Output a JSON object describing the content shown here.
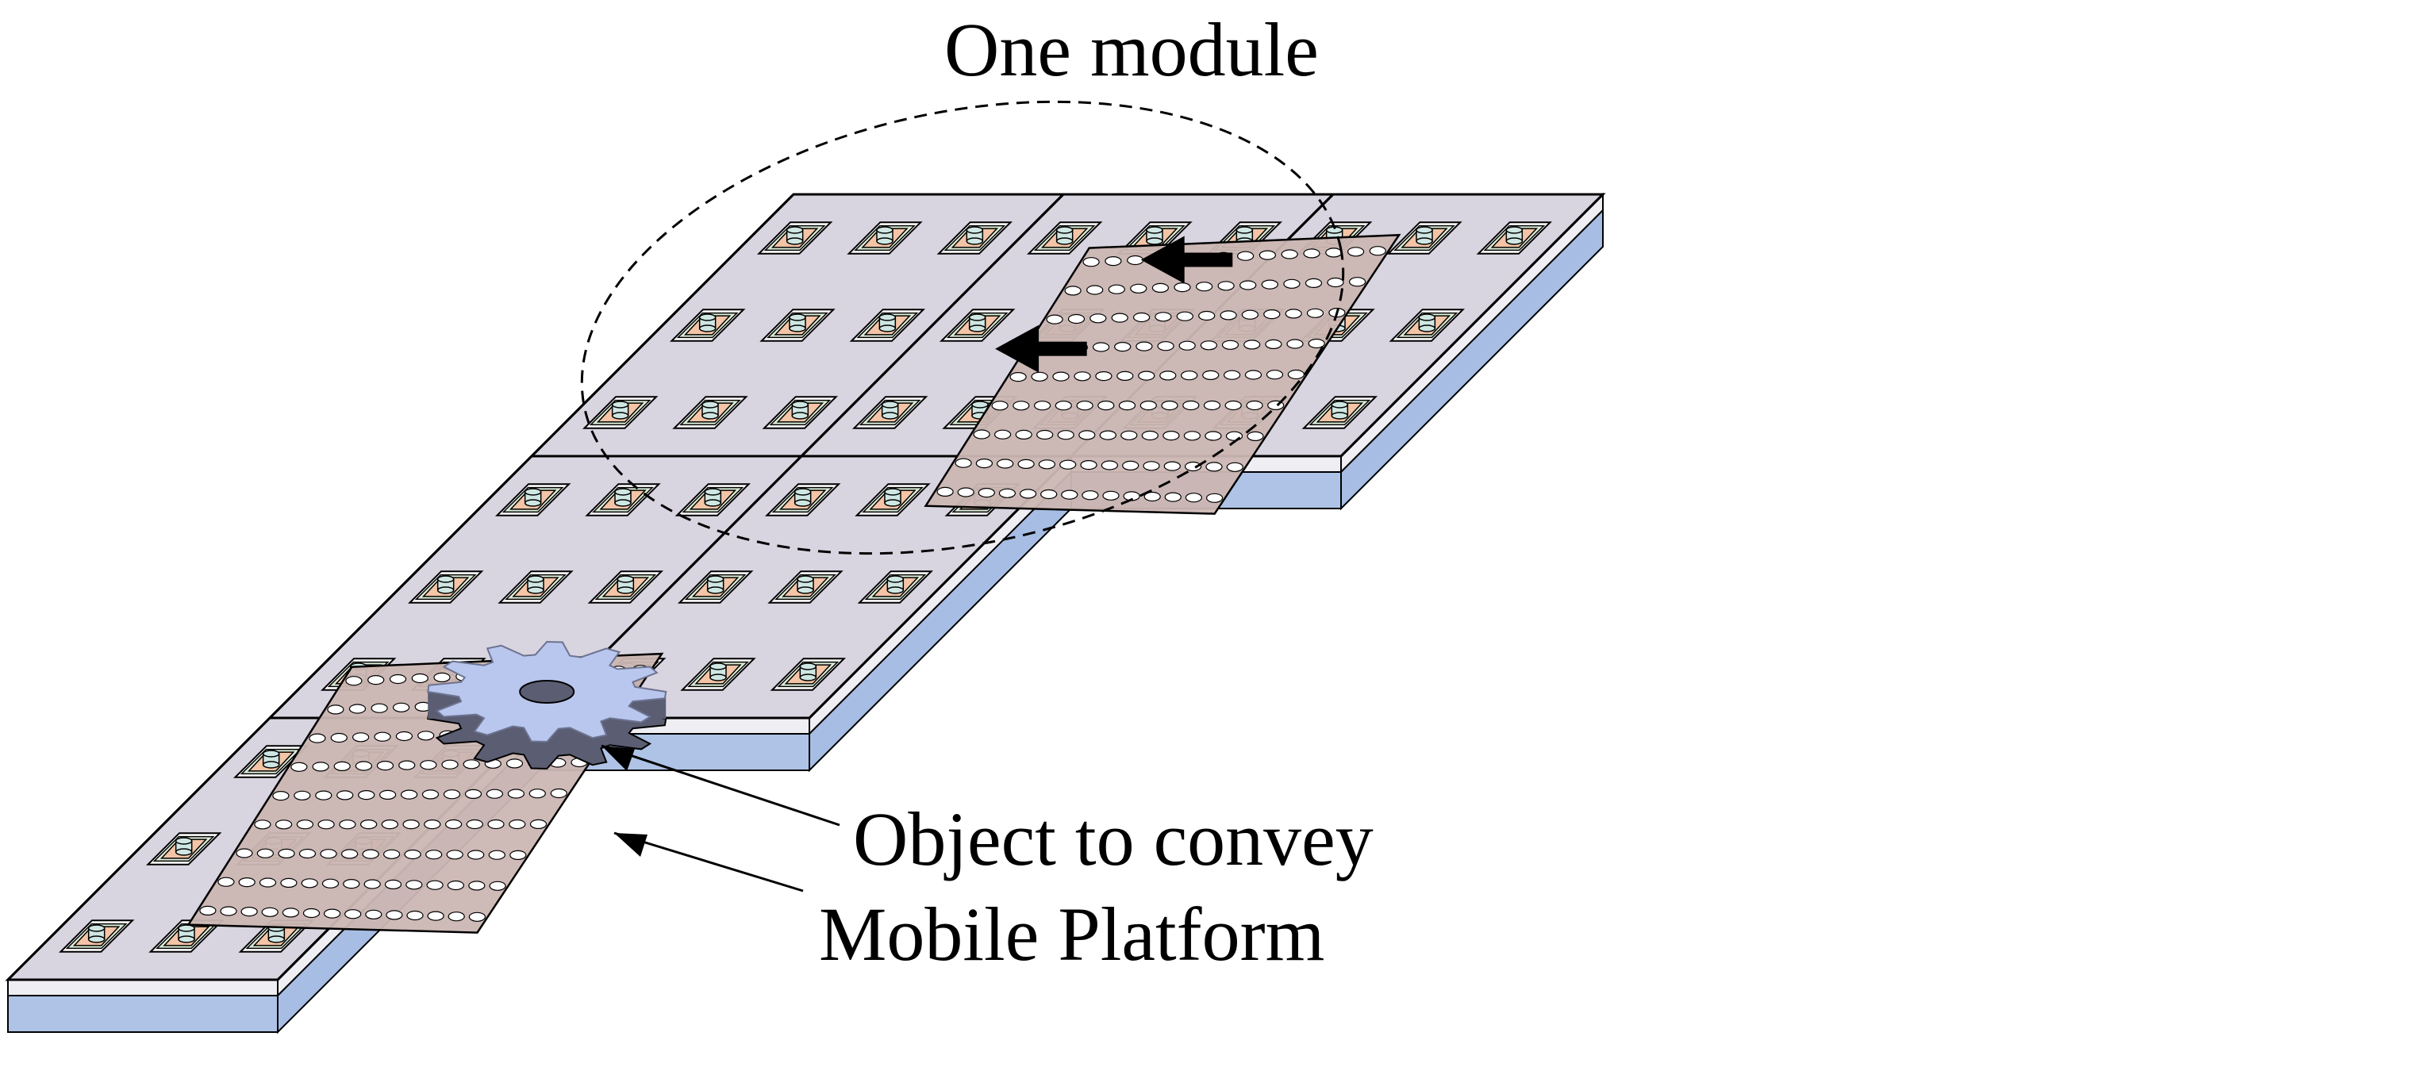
{
  "labels": {
    "module": "One module",
    "object": "Object to convey",
    "platform": "Mobile Platform"
  },
  "colors": {
    "surface": "#d8d4e0",
    "edge_light": "#efeef3",
    "edge_blue": "#aec3e6",
    "edge_blue_dark": "#a7bde3",
    "cell_copper": "#f3c4a6",
    "cell_green": "#ddeed8",
    "stud": "#cfe7e3",
    "platform": "#cbb6b2",
    "gear": "#b9c7ee",
    "gear_side": "#5b5d72",
    "line": "#000000"
  },
  "grid": {
    "cells_per_module_side": 3,
    "modules": [
      {
        "name": "module-bottom-left",
        "col": 0,
        "row": 0
      },
      {
        "name": "module-middle-left",
        "col": 0,
        "row": 1
      },
      {
        "name": "module-top-left",
        "col": 0,
        "row": 2
      },
      {
        "name": "module-middle-center",
        "col": 1,
        "row": 1
      },
      {
        "name": "module-top-center",
        "col": 1,
        "row": 2
      },
      {
        "name": "module-top-right",
        "col": 2,
        "row": 2
      }
    ]
  },
  "platforms": [
    {
      "name": "mobile-platform-with-object",
      "col": 0.94,
      "row": 0.72,
      "size": 2.0,
      "hole_rows": 9,
      "hole_cols": 14
    },
    {
      "name": "mobile-platform-moving",
      "col": 2.12,
      "row": 2.32,
      "size": 2.0,
      "hole_rows": 9,
      "hole_cols": 14
    }
  ],
  "motion_arrows": [
    {
      "name": "motion-arrow-upper",
      "col": 1.87,
      "row": 2.75,
      "length": 0.34
    },
    {
      "name": "motion-arrow-lower",
      "col": 1.66,
      "row": 2.41,
      "length": 0.34
    }
  ],
  "gear": {
    "name": "gear-object",
    "col": 0.93,
    "row": 1.1,
    "teeth": 12
  }
}
